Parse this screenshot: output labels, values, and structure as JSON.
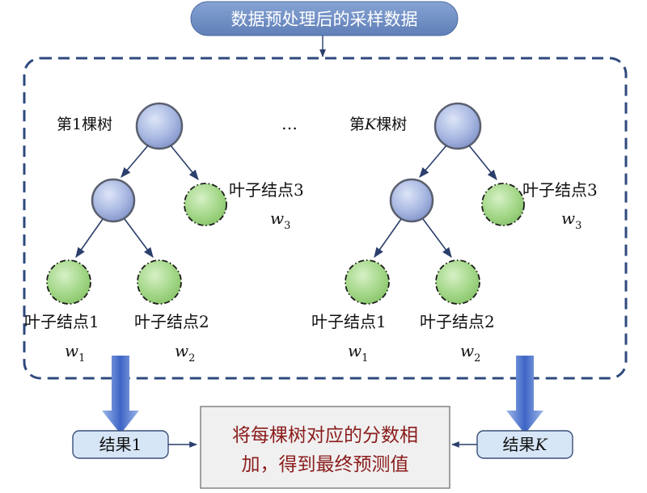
{
  "top_pill": {
    "label": "数据预处理后的采样数据"
  },
  "tree1": {
    "title": "第1棵树",
    "leaf3": {
      "label": "叶子结点3",
      "weight": "w",
      "sub": "3"
    },
    "leaf1": {
      "label": "叶子结点1",
      "weight": "w",
      "sub": "1"
    },
    "leaf2": {
      "label": "叶子结点2",
      "weight": "w",
      "sub": "2"
    }
  },
  "ellipsis": "…",
  "treeK": {
    "title_prefix": "第",
    "title_var": "K",
    "title_suffix": "棵树",
    "leaf3": {
      "label": "叶子结点3",
      "weight": "w",
      "sub": "3"
    },
    "leaf1": {
      "label": "叶子结点1",
      "weight": "w",
      "sub": "1"
    },
    "leaf2": {
      "label": "叶子结点2",
      "weight": "w",
      "sub": "2"
    }
  },
  "result1": {
    "prefix": "结果",
    "suffix": "1"
  },
  "resultK": {
    "prefix": "结果",
    "var": "K"
  },
  "final_box": {
    "line1": "将每棵树对应的分数相",
    "line2": "加，得到最终预测值"
  },
  "colors": {
    "dashed_border": "#2e4a7d",
    "pill_fill": "#6f8fc4",
    "node_blue": "#9fb1de",
    "node_green": "#9bd07e",
    "result_fill": "#d6e6f7",
    "final_fill": "#f0f0f0",
    "final_text": "#8b1c1c"
  }
}
